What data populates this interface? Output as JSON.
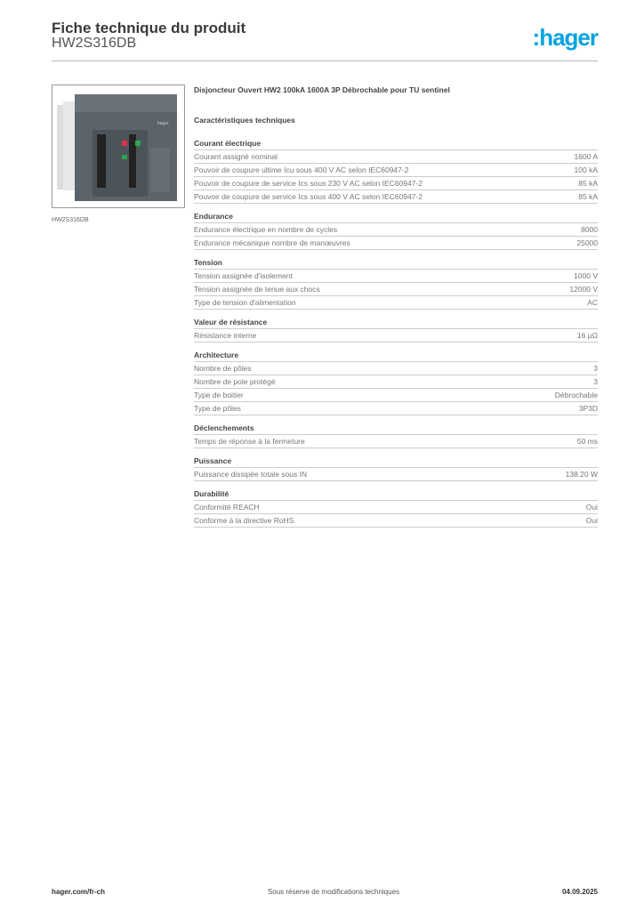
{
  "header": {
    "title": "Fiche technique du produit",
    "reference": "HW2S316DB",
    "logo": ":hager",
    "brand_color": "#00a3e0"
  },
  "image": {
    "caption": "HW2S316DB"
  },
  "product_name": "Disjoncteur Ouvert HW2 100kA 1600A 3P Débrochable pour TU sentinel",
  "characteristics_title": "Caractéristiques techniques",
  "sections": [
    {
      "title": "Courant électrique",
      "rows": [
        [
          "Courant assigné nominal",
          "1600 A"
        ],
        [
          "Pouvoir de coupure ultime Icu sous 400 V AC selon IEC60947-2",
          "100 kA"
        ],
        [
          "Pouvoir de coupure de service Ics sous 230 V AC selon IEC60947-2",
          "85 kA"
        ],
        [
          "Pouvoir de coupure de service Ics sous 400 V AC selon IEC60947-2",
          "85 kA"
        ]
      ]
    },
    {
      "title": "Endurance",
      "rows": [
        [
          "Endurance électrique en nombre de cycles",
          "8000"
        ],
        [
          "Endurance mécanique nombre de manœuvres",
          "25000"
        ]
      ]
    },
    {
      "title": "Tension",
      "rows": [
        [
          "Tension assignée d'isolement",
          "1000 V"
        ],
        [
          "Tension assignée de tenue aux chocs",
          "12000 V"
        ],
        [
          "Type de tension d'alimentation",
          "AC"
        ]
      ]
    },
    {
      "title": "Valeur de résistance",
      "rows": [
        [
          "Résistance interne",
          "16 µΩ"
        ]
      ]
    },
    {
      "title": "Architecture",
      "rows": [
        [
          "Nombre de pôles",
          "3"
        ],
        [
          "Nombre de pole protégé",
          "3"
        ],
        [
          "Type de boitier",
          "Débrochable"
        ],
        [
          "Type de pôles",
          "3P3D"
        ]
      ]
    },
    {
      "title": "Déclenchements",
      "rows": [
        [
          "Temps de réponse à la fermeture",
          "50 ms"
        ]
      ]
    },
    {
      "title": "Puissance",
      "rows": [
        [
          "Puissance dissipée totale sous IN",
          "138.20 W"
        ]
      ]
    },
    {
      "title": "Durabilité",
      "rows": [
        [
          "Conformité REACH",
          "Oui"
        ],
        [
          "Conforme à la directive RoHS",
          "Oui"
        ]
      ]
    }
  ],
  "footer": {
    "website": "hager.com/fr-ch",
    "notice": "Sous réserve de modifications techniques",
    "date": "04.09.2025"
  }
}
